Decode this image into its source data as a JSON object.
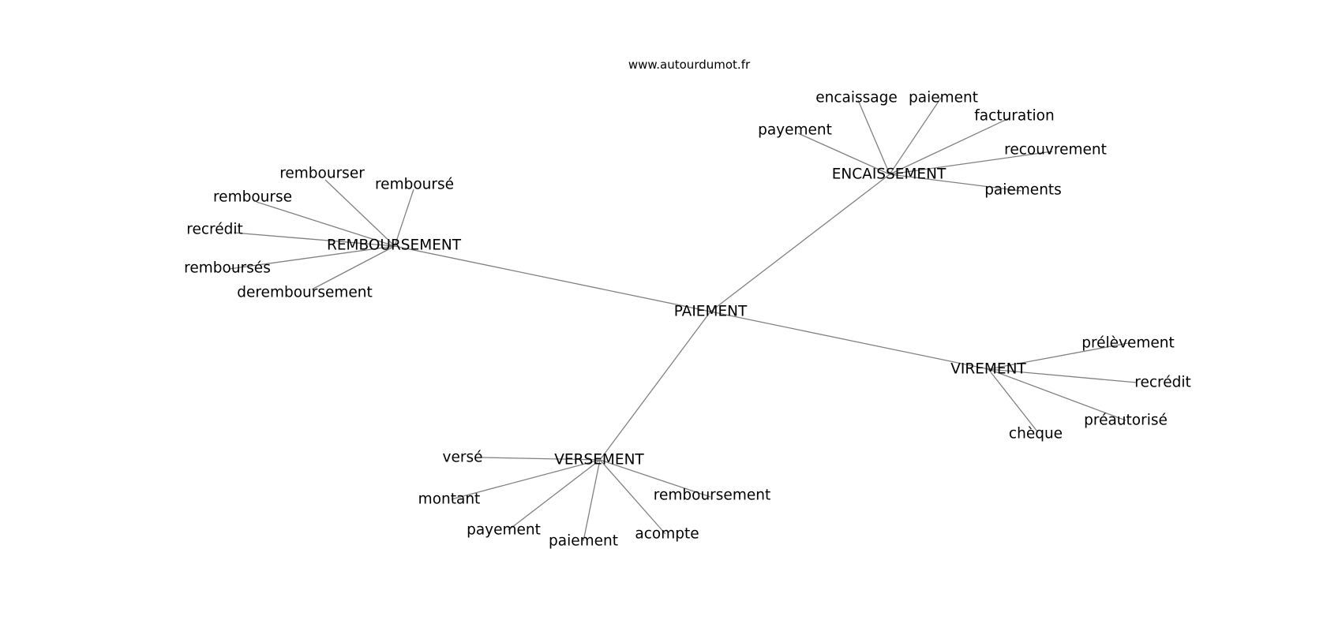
{
  "source": "www.autourdumot.fr",
  "center": "PAIEMENT",
  "hubs": [
    {
      "label": "REMBOURSEMENT",
      "leaves": [
        "rembourser",
        "remboursé",
        "rembourse",
        "recrédit",
        "remboursés",
        "deremboursement"
      ]
    },
    {
      "label": "ENCAISSEMENT",
      "leaves": [
        "encaissage",
        "paiement",
        "payement",
        "facturation",
        "recouvrement",
        "paiements"
      ]
    },
    {
      "label": "VIREMENT",
      "leaves": [
        "prélèvement",
        "recrédit",
        "préautorisé",
        "chèque"
      ]
    },
    {
      "label": "VERSEMENT",
      "leaves": [
        "versé",
        "montant",
        "payement",
        "paiement",
        "acompte",
        "remboursement"
      ]
    }
  ]
}
